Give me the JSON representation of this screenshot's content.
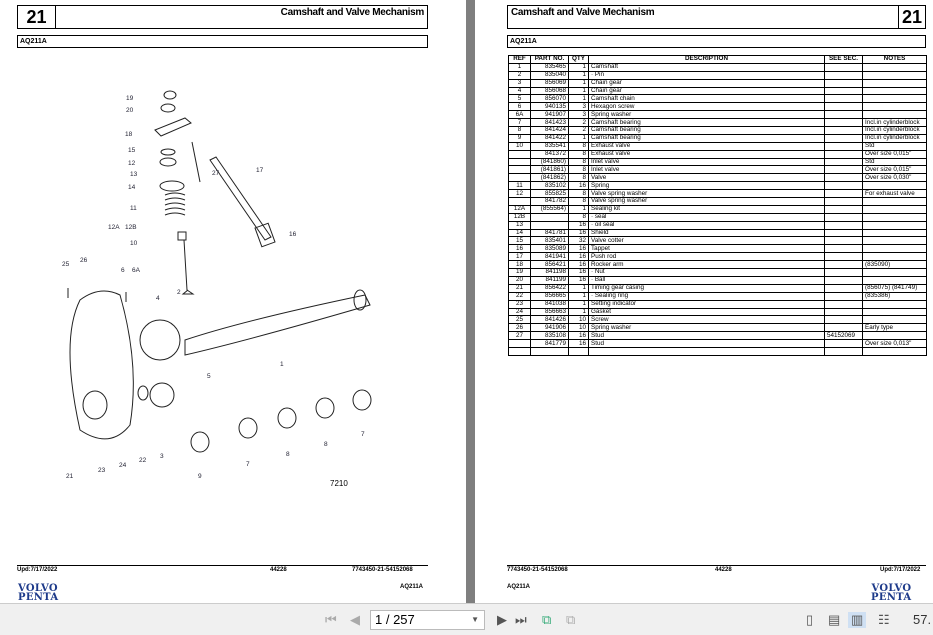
{
  "left_page": {
    "section": "21",
    "title": "Camshaft and Valve Mechanism",
    "model": "AQ211A",
    "drawing_no": "7210",
    "callouts": [
      "19",
      "20",
      "18",
      "15",
      "12",
      "13",
      "14",
      "11",
      "12B",
      "12A",
      "10",
      "27",
      "17",
      "16",
      "25",
      "26",
      "6",
      "6A",
      "4",
      "2",
      "1",
      "5",
      "21",
      "23",
      "24",
      "22",
      "3",
      "9",
      "7",
      "8",
      "8",
      "7"
    ],
    "footer": {
      "updated": "Upd:7/17/2022",
      "code": "44228",
      "doc": "7743450-21-54152068",
      "model": "AQ211A"
    },
    "logo": [
      "VOLVO",
      "PENTA"
    ]
  },
  "right_page": {
    "section": "21",
    "title": "Camshaft and Valve Mechanism",
    "model": "AQ211A",
    "columns": [
      "REF",
      "PART NO.",
      "QTY",
      "DESCRIPTION",
      "SEE SEC.",
      "NOTES"
    ],
    "rows": [
      [
        "1",
        "835465",
        "1",
        "Camshaft",
        "",
        ""
      ],
      [
        "2",
        "835040",
        "1",
        "· Pin",
        "",
        ""
      ],
      [
        "3",
        "856069",
        "1",
        "Chain gear",
        "",
        ""
      ],
      [
        "4",
        "856068",
        "1",
        "Chain gear",
        "",
        ""
      ],
      [
        "5",
        "856070",
        "1",
        "Camshaft chain",
        "",
        ""
      ],
      [
        "6",
        "940135",
        "3",
        "Hexagon screw",
        "",
        ""
      ],
      [
        "6A",
        "941907",
        "3",
        "Spring washer",
        "",
        ""
      ],
      [
        "7",
        "841423",
        "2",
        "Camshaft bearing",
        "",
        "Incl.in cylinderblock"
      ],
      [
        "8",
        "841424",
        "2",
        "Camshaft bearing",
        "",
        "Incl.in cylinderblock"
      ],
      [
        "9",
        "841422",
        "1",
        "Camshaft bearing",
        "",
        "Incl.in cylinderblock"
      ],
      [
        "10",
        "835541",
        "8",
        "Exhaust valve",
        "",
        "Std"
      ],
      [
        "",
        "841372",
        "8",
        "Exhaust valve",
        "",
        "Over size 0,015\""
      ],
      [
        "",
        "(841860)",
        "8",
        "Inlet valve",
        "",
        "Std"
      ],
      [
        "",
        "(841861)",
        "8",
        "Inlet valve",
        "",
        "Over size 0,015\""
      ],
      [
        "",
        "(841862)",
        "8",
        "Valve",
        "",
        "Over size 0,030\""
      ],
      [
        "11",
        "835102",
        "16",
        "Spring",
        "",
        ""
      ],
      [
        "12",
        "855825",
        "8",
        "Valve spring washer",
        "",
        "For exhaust valve"
      ],
      [
        "",
        "841782",
        "8",
        "Valve spring washer",
        "",
        ""
      ],
      [
        "12A",
        "(855564)",
        "1",
        "Sealing kit",
        "",
        ""
      ],
      [
        "12B",
        "",
        "8",
        "· seal",
        "",
        ""
      ],
      [
        "13",
        "",
        "16",
        "· oil seal",
        "",
        ""
      ],
      [
        "14",
        "841781",
        "16",
        "Shield",
        "",
        ""
      ],
      [
        "15",
        "835401",
        "32",
        "Valve cotter",
        "",
        ""
      ],
      [
        "16",
        "835089",
        "16",
        "Tappet",
        "",
        ""
      ],
      [
        "17",
        "841941",
        "16",
        "Push rod",
        "",
        ""
      ],
      [
        "18",
        "856421",
        "16",
        "Rocker arm",
        "",
        "(835090)"
      ],
      [
        "19",
        "841198",
        "16",
        "· Nut",
        "",
        ""
      ],
      [
        "20",
        "841199",
        "16",
        "· Ball",
        "",
        ""
      ],
      [
        "21",
        "856422",
        "1",
        "Timing gear casing",
        "",
        "(856075) (841749)"
      ],
      [
        "22",
        "856665",
        "1",
        "· Sealing ring",
        "",
        "(835386)"
      ],
      [
        "23",
        "841038",
        "1",
        "Setting indicator",
        "",
        ""
      ],
      [
        "24",
        "856663",
        "1",
        "Gasket",
        "",
        ""
      ],
      [
        "25",
        "841426",
        "10",
        "Screw",
        "",
        ""
      ],
      [
        "26",
        "941906",
        "10",
        "Spring washer",
        "",
        "Early type"
      ],
      [
        "27",
        "835108",
        "16",
        "Stud",
        "54152069",
        ""
      ],
      [
        "",
        "841779",
        "16",
        "Stud",
        "",
        "Over size 0,013\""
      ],
      [
        "",
        "",
        "",
        "",
        "",
        ""
      ]
    ],
    "footer": {
      "doc": "7743450-21-54152068",
      "code": "44228",
      "updated": "Upd:7/17/2022",
      "model": "AQ211A"
    },
    "logo": [
      "VOLVO",
      "PENTA"
    ]
  },
  "toolbar": {
    "page_value": "1 / 257",
    "zoom": "57."
  }
}
